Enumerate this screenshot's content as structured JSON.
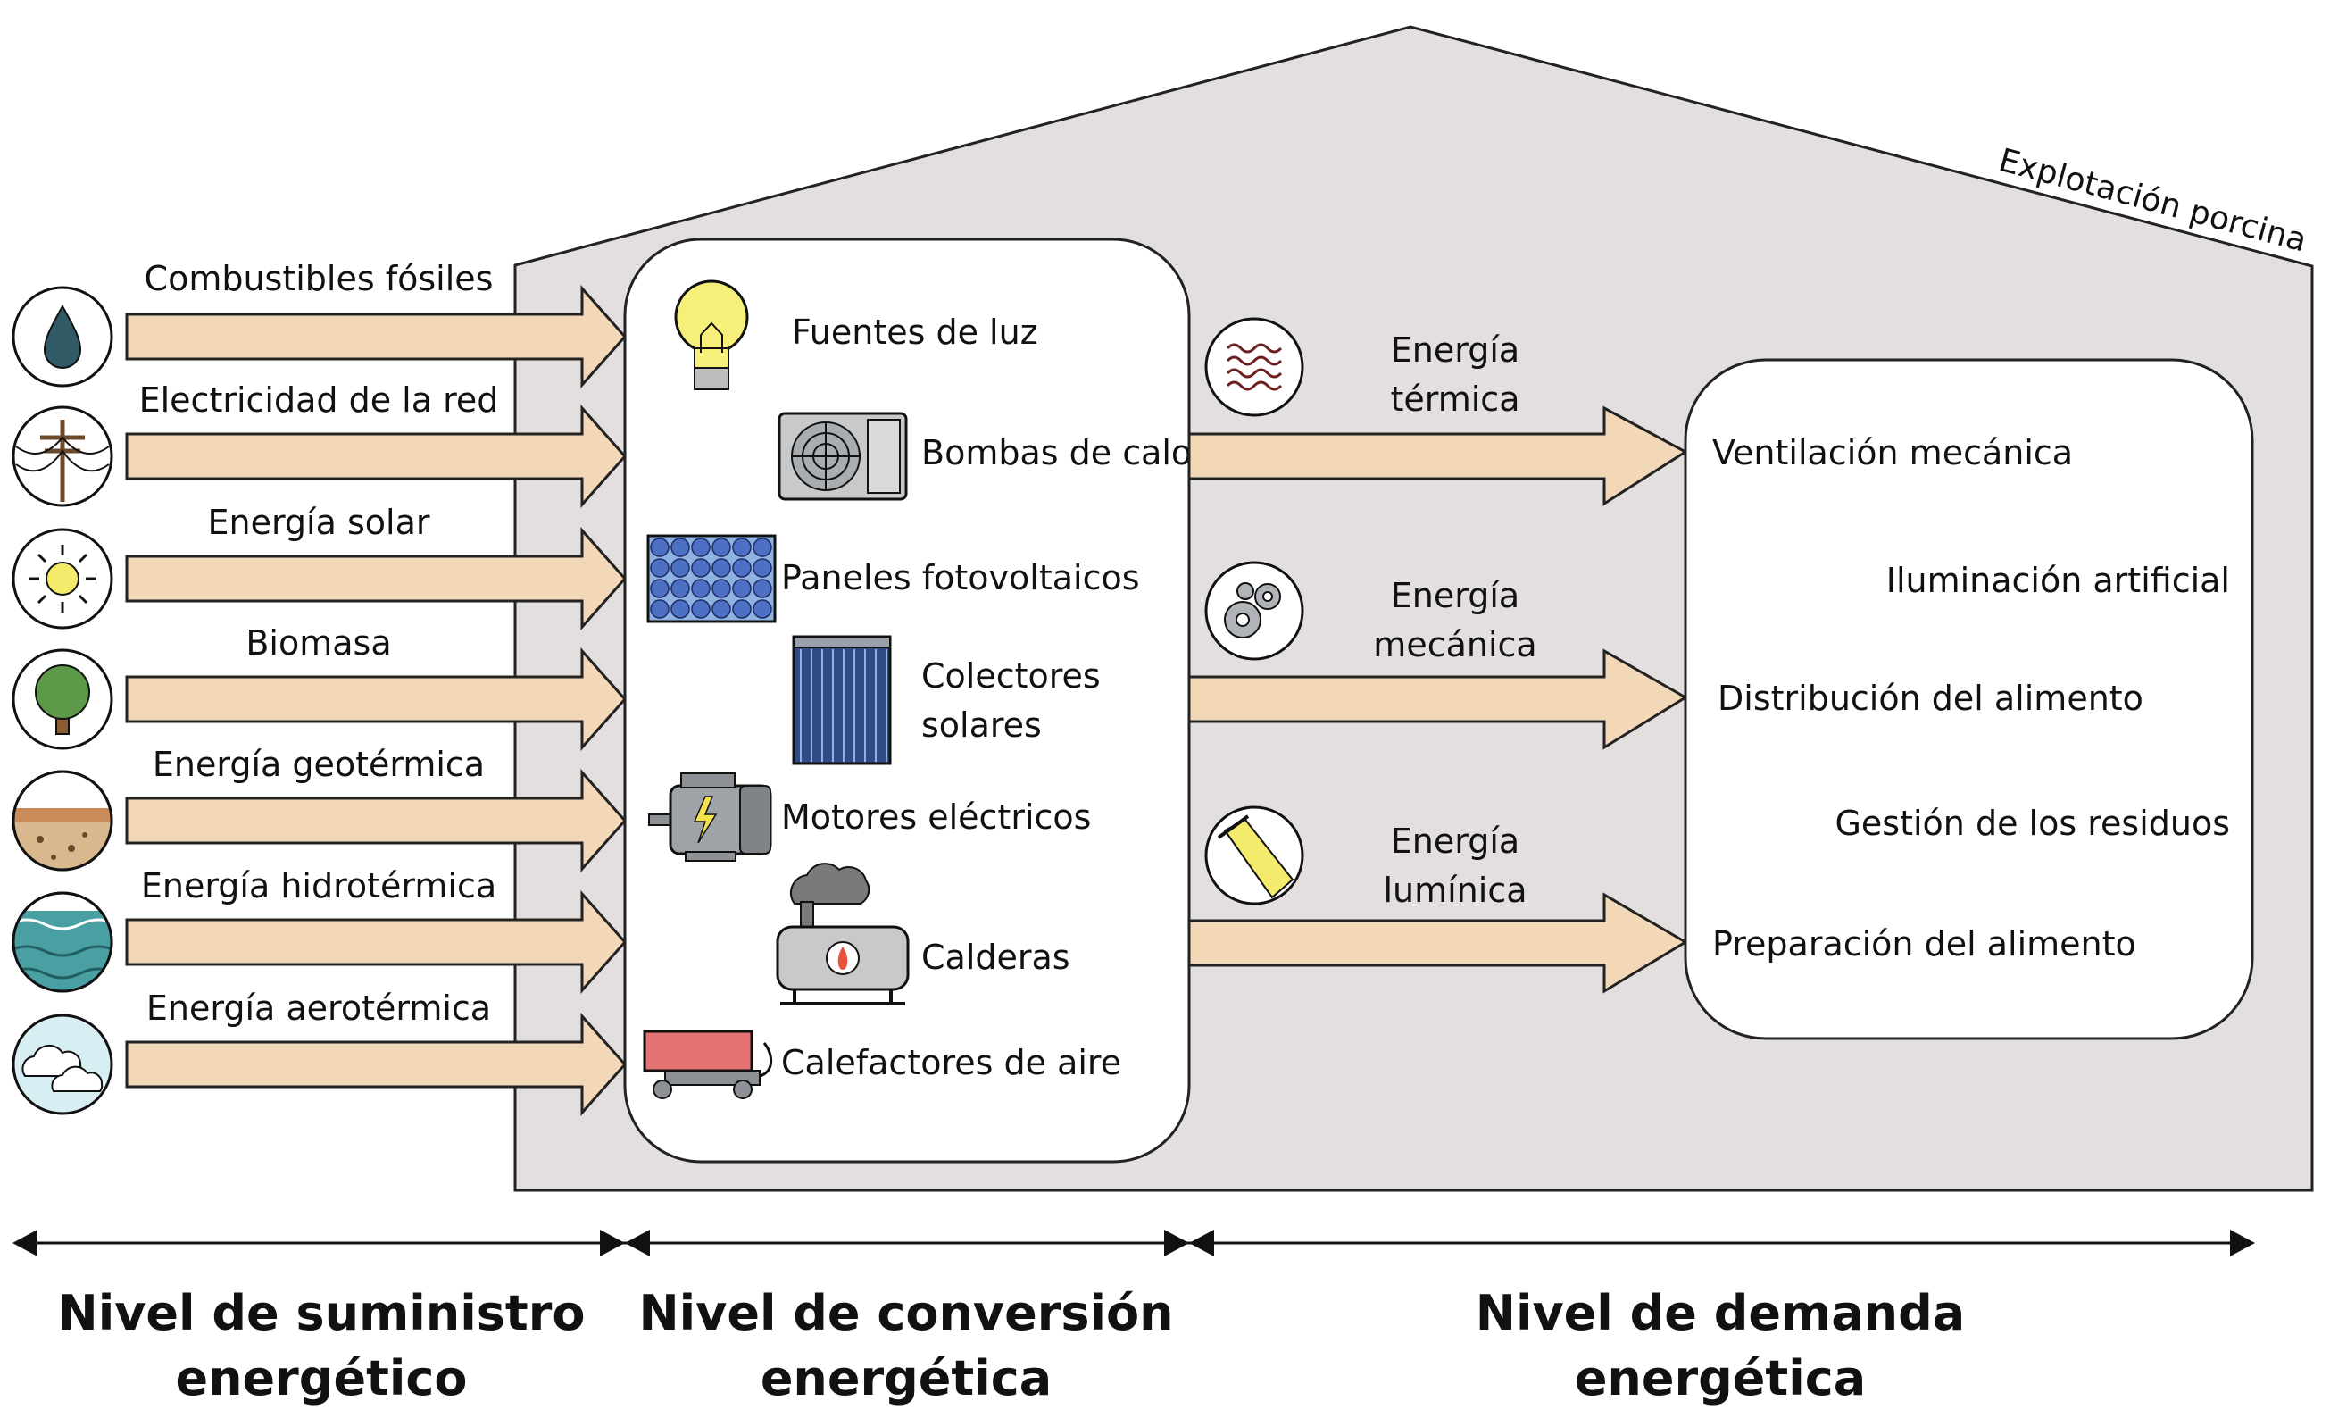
{
  "building": {
    "label": "Explotación porcina"
  },
  "supply": {
    "items": [
      {
        "label": "Combustibles fósiles",
        "icon": "drop-icon"
      },
      {
        "label": "Electricidad de la red",
        "icon": "power-pole-icon"
      },
      {
        "label": "Energía solar",
        "icon": "sun-icon"
      },
      {
        "label": "Biomasa",
        "icon": "tree-icon"
      },
      {
        "label": "Energía geotérmica",
        "icon": "soil-layers-icon"
      },
      {
        "label": "Energía hidrotérmica",
        "icon": "water-waves-icon"
      },
      {
        "label": "Energía aerotérmica",
        "icon": "clouds-icon"
      }
    ]
  },
  "conversion": {
    "items": [
      {
        "label": "Fuentes de luz",
        "icon": "light-bulb-icon"
      },
      {
        "label": "Bombas de calor",
        "icon": "heat-pump-icon"
      },
      {
        "label": "Paneles fotovoltaicos",
        "icon": "solar-panel-icon"
      },
      {
        "label_line1": "Colectores",
        "label_line2": "solares",
        "icon": "solar-collector-icon"
      },
      {
        "label": "Motores eléctricos",
        "icon": "electric-motor-icon"
      },
      {
        "label": "Calderas",
        "icon": "boiler-icon"
      },
      {
        "label": "Calefactores de aire",
        "icon": "air-heater-icon"
      }
    ]
  },
  "energy_types": [
    {
      "line1": "Energía",
      "line2": "térmica",
      "icon": "heat-waves-icon"
    },
    {
      "line1": "Energía",
      "line2": "mecánica",
      "icon": "gears-icon"
    },
    {
      "line1": "Energía",
      "line2": "lumínica",
      "icon": "light-beam-icon"
    }
  ],
  "demand": {
    "items": [
      {
        "label": "Ventilación mecánica"
      },
      {
        "label": "Iluminación artificial"
      },
      {
        "label": "Distribución del alimento"
      },
      {
        "label": "Gestión de los residuos"
      },
      {
        "label": "Preparación del alimento"
      }
    ]
  },
  "levels": [
    {
      "line1": "Nivel de suministro",
      "line2": "energético"
    },
    {
      "line1": "Nivel de conversión",
      "line2": "energética"
    },
    {
      "line1": "Nivel de demanda",
      "line2": "energética"
    }
  ],
  "colors": {
    "building_fill": "#e2dfde",
    "arrow_fill": "#f3d8b8",
    "box_fill": "#ffffff",
    "stroke": "#222222"
  }
}
